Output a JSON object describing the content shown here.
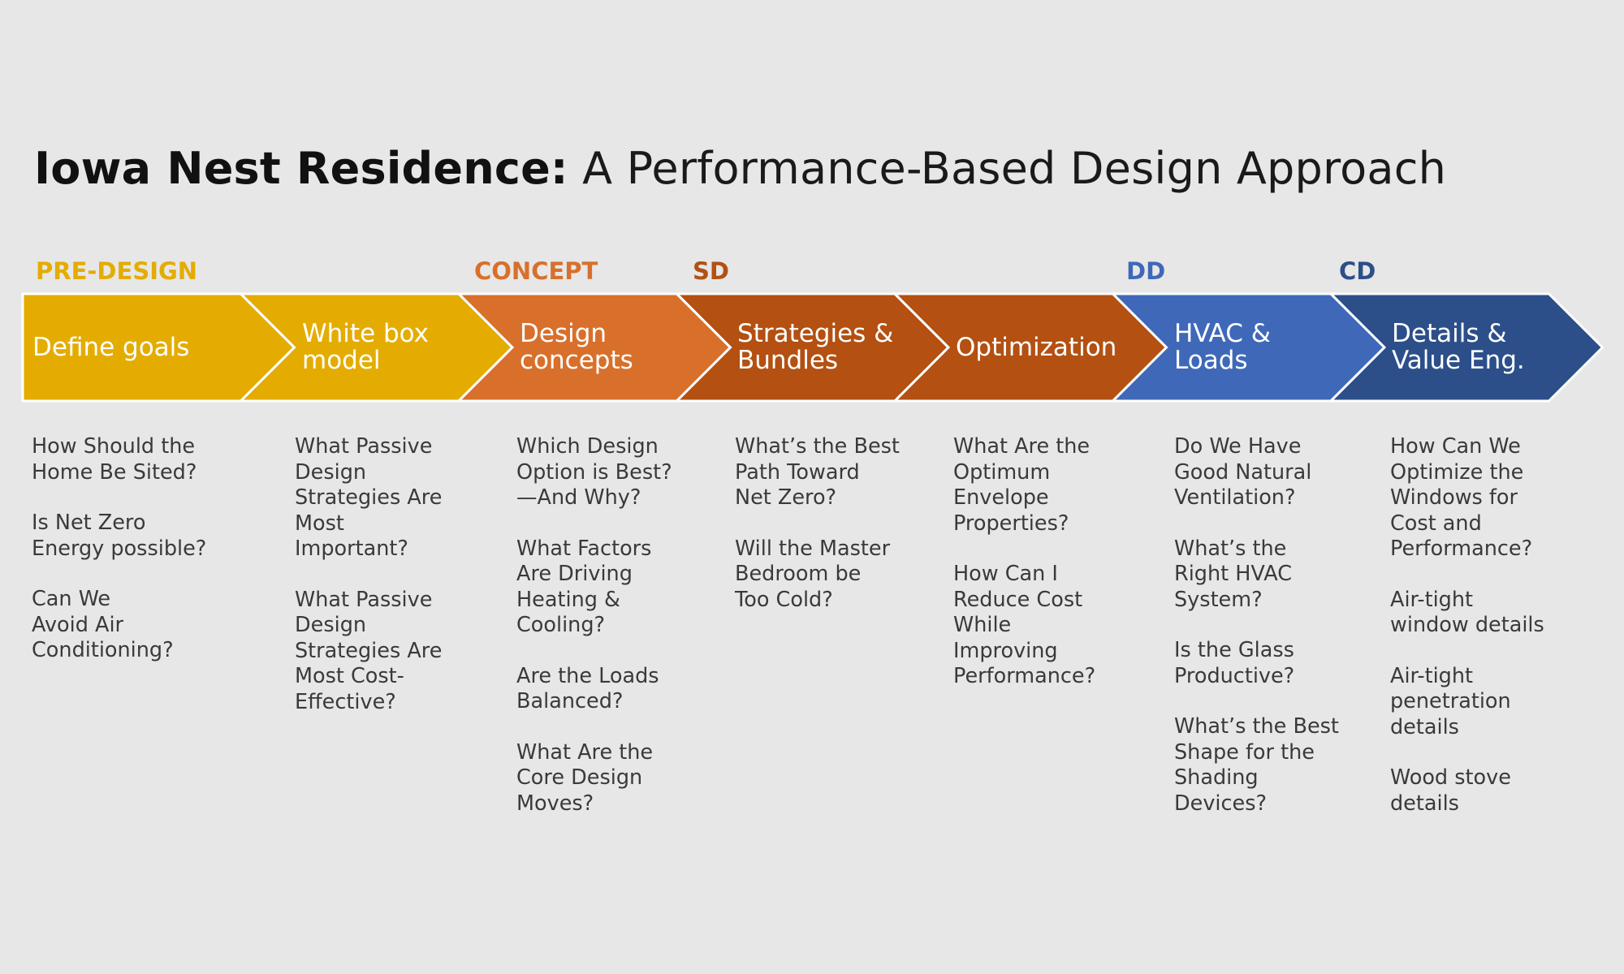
{
  "title": {
    "bold": "Iowa Nest Residence:",
    "light": " A Performance-Based Design Approach"
  },
  "colors": {
    "yellow": "#e4ac00",
    "orange": "#d8702b",
    "rust": "#b35012",
    "blue": "#3f69b8",
    "navy": "#2c4f8a"
  },
  "phases": [
    {
      "label": "PRE-DESIGN",
      "color": "#e4ac00"
    },
    {
      "label": "CONCEPT",
      "color": "#d8702b"
    },
    {
      "label": "SD",
      "color": "#b35012"
    },
    {
      "label": "DD",
      "color": "#3f69b8"
    },
    {
      "label": "CD",
      "color": "#2c4f8a"
    }
  ],
  "steps": [
    {
      "label": "Define goals",
      "color": "#e4ac00",
      "questions": [
        "How Should the\nHome Be Sited?",
        "Is Net Zero\nEnergy possible?",
        "Can We\nAvoid Air\nConditioning?"
      ]
    },
    {
      "label": "White box\nmodel",
      "color": "#e4ac00",
      "questions": [
        "What Passive\nDesign\nStrategies Are\nMost\nImportant?",
        "What Passive\nDesign\nStrategies Are\nMost Cost-\nEffective?"
      ]
    },
    {
      "label": "Design\nconcepts",
      "color": "#d8702b",
      "questions": [
        "Which Design\nOption is Best?\n—And Why?",
        "What Factors\nAre Driving\nHeating &\nCooling?",
        "Are the Loads\nBalanced?",
        "What Are the\nCore Design\nMoves?"
      ]
    },
    {
      "label": "Strategies &\nBundles",
      "color": "#b35012",
      "questions": [
        "What’s the Best\nPath Toward\nNet Zero?",
        "Will the Master\nBedroom be\nToo Cold?"
      ]
    },
    {
      "label": "Optimization",
      "color": "#b35012",
      "questions": [
        "What Are the\nOptimum\nEnvelope\nProperties?",
        "How Can I\nReduce Cost\nWhile\nImproving\nPerformance?"
      ]
    },
    {
      "label": "HVAC &\nLoads",
      "color": "#3f69b8",
      "questions": [
        "Do We Have\nGood Natural\nVentilation?",
        "What’s the\nRight HVAC\nSystem?",
        "Is the Glass\nProductive?",
        "What’s the Best\nShape for the\nShading\nDevices?"
      ]
    },
    {
      "label": "Details &\nValue Eng.",
      "color": "#2c4f8a",
      "questions": [
        "How Can We\nOptimize the\nWindows for\nCost and\nPerformance?",
        "Air-tight\nwindow details",
        "Air-tight\npenetration\ndetails",
        "Wood stove\ndetails"
      ]
    }
  ]
}
